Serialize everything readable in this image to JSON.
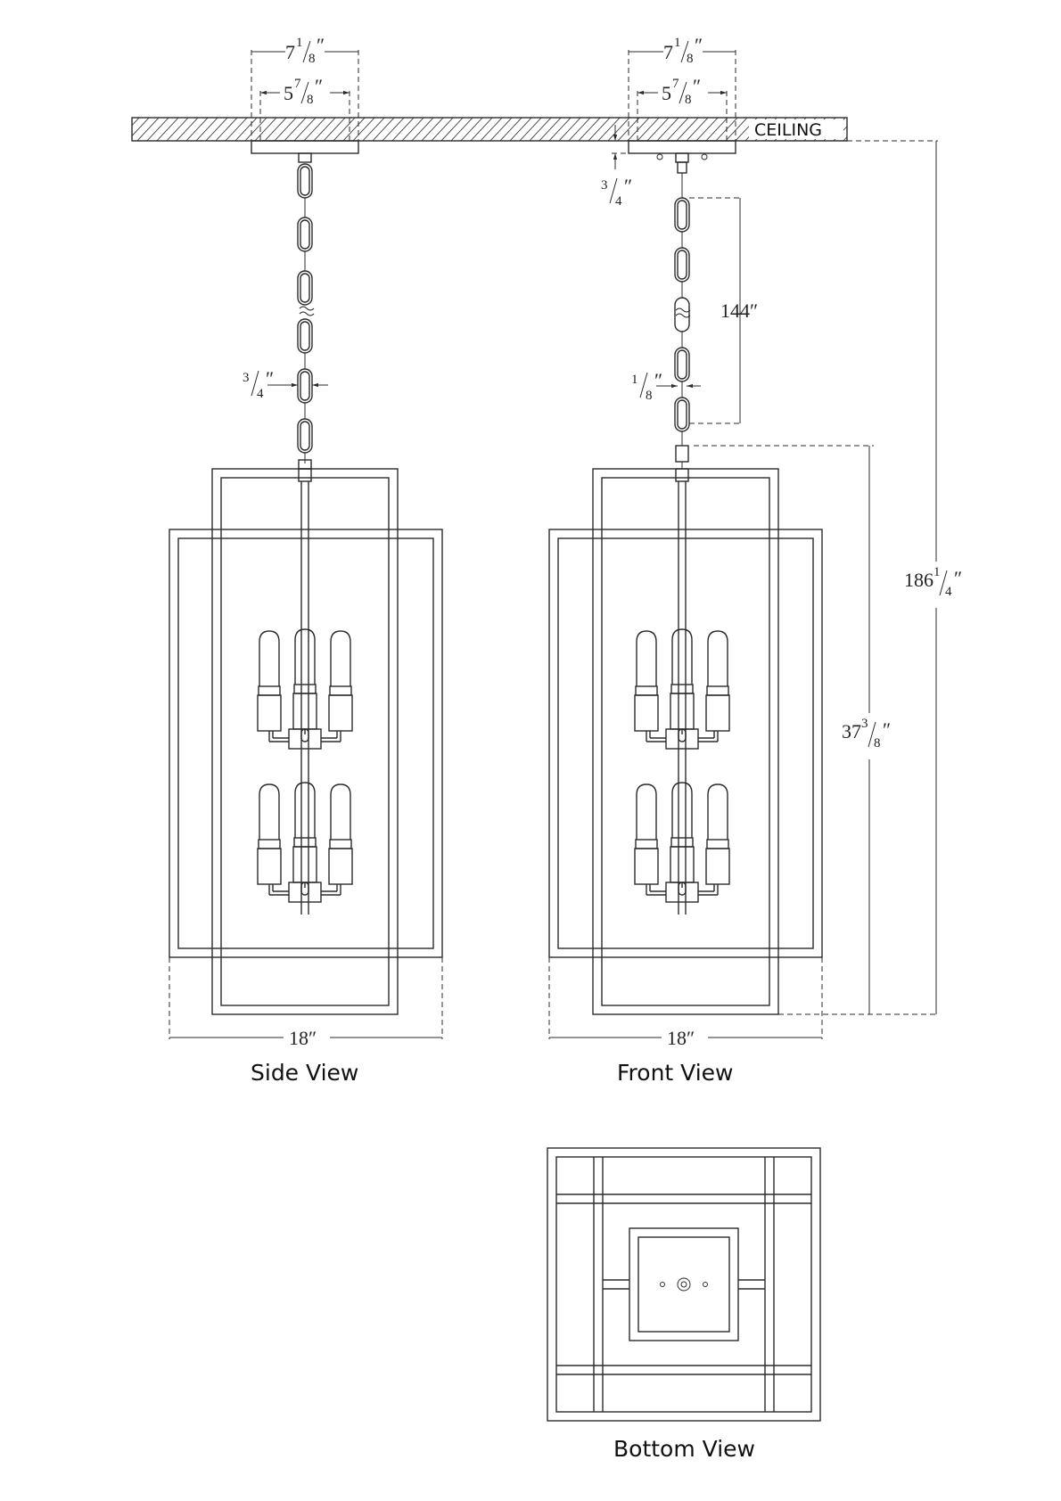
{
  "ceiling_label": "CEILING",
  "dimensions": {
    "canopy_outer": {
      "whole": "7",
      "num": "1",
      "den": "8"
    },
    "canopy_inner": {
      "whole": "5",
      "num": "7",
      "den": "8"
    },
    "canopy_height": {
      "whole": "",
      "num": "3",
      "den": "4"
    },
    "chain_link_width": {
      "whole": "",
      "num": "3",
      "den": "4"
    },
    "chain_wire": {
      "whole": "",
      "num": "1",
      "den": "8"
    },
    "chain_length": "144″",
    "overall_height": {
      "whole": "186",
      "num": "1",
      "den": "4"
    },
    "fixture_height": {
      "whole": "37",
      "num": "3",
      "den": "8"
    },
    "fixture_width": "18″"
  },
  "views": {
    "side": "Side View",
    "front": "Front View",
    "bottom": "Bottom View"
  }
}
